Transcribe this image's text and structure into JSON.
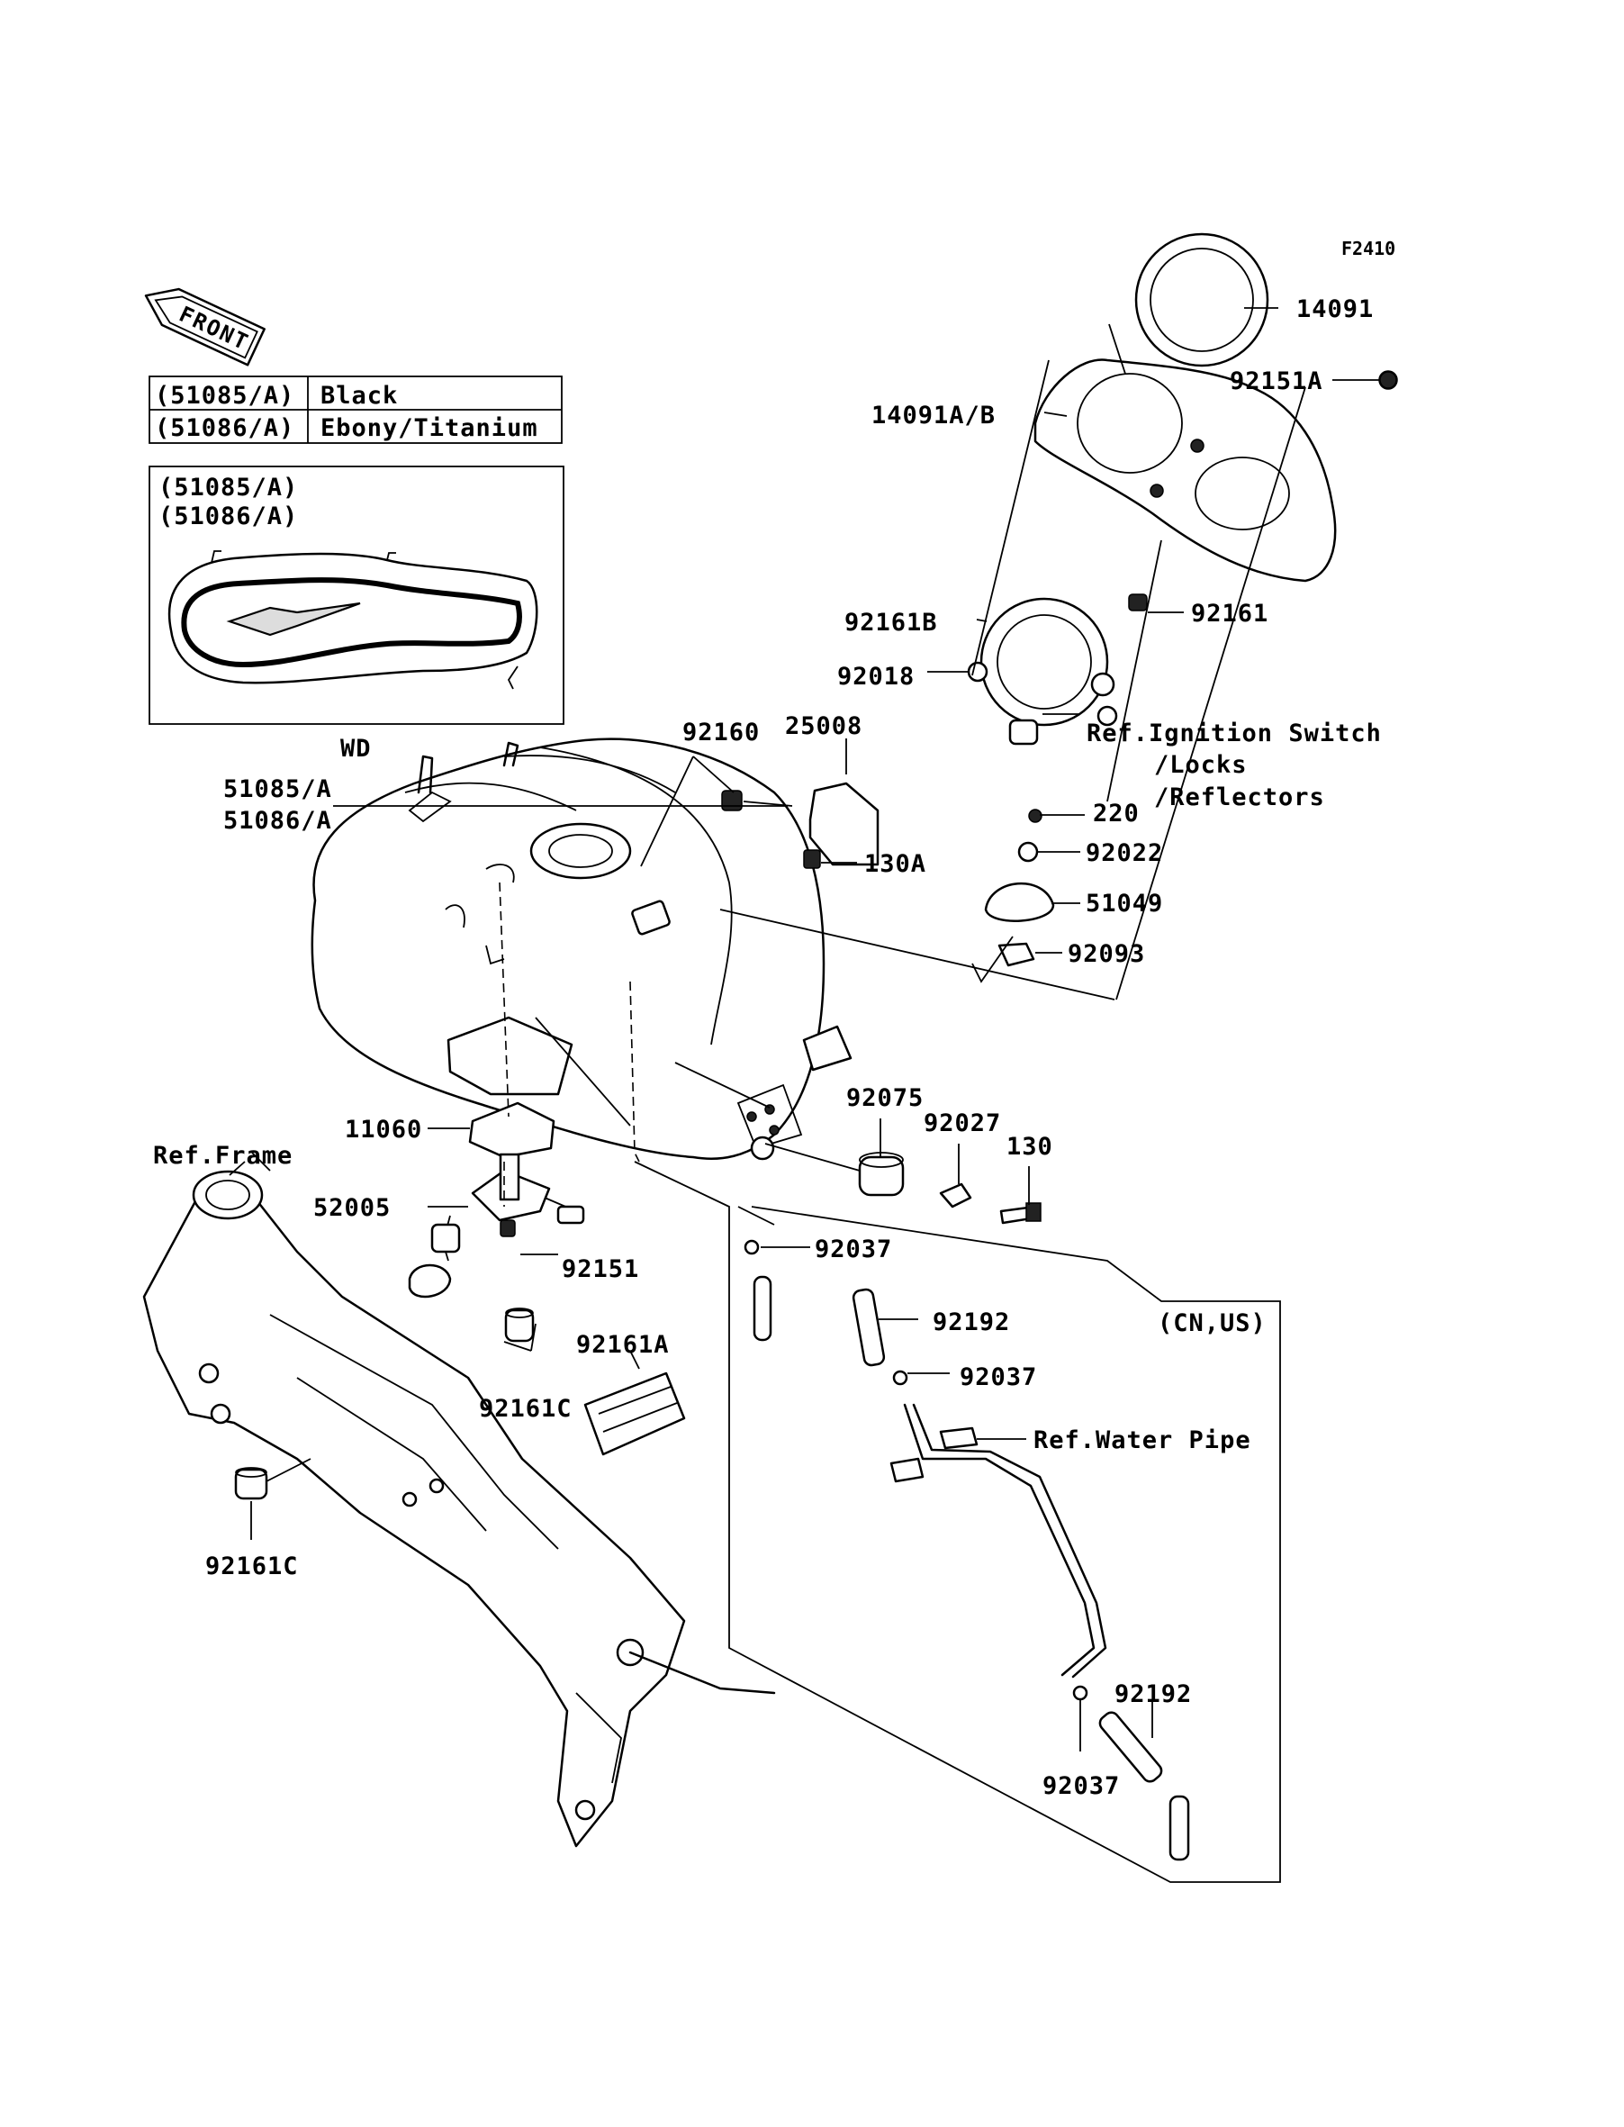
{
  "figure_code": "F2410",
  "front_label": "FRONT",
  "color_table": [
    {
      "part": "(51085/A)",
      "color": "Black"
    },
    {
      "part": "(51086/A)",
      "color": "Ebony/Titanium"
    }
  ],
  "inset": {
    "line1": "(51085/A)",
    "line2": "(51086/A)"
  },
  "labels": {
    "wd": "WD",
    "tank_1": "51085/A",
    "tank_2": "51086/A",
    "p14091": "14091",
    "p14091ab": "14091A/B",
    "p92151a": "92151A",
    "p92161b": "92161B",
    "p92161": "92161",
    "p92018": "92018",
    "p92160": "92160",
    "p25008": "25008",
    "p130a": "130A",
    "ref_ignition_1": "Ref.Ignition Switch",
    "ref_ignition_2": "/Locks",
    "ref_ignition_3": "/Reflectors",
    "p220": "220",
    "p92022": "92022",
    "p51049": "51049",
    "p92093": "92093",
    "p11060": "11060",
    "ref_frame": "Ref.Frame",
    "p52005": "52005",
    "p92151": "92151",
    "p92075": "92075",
    "p92027": "92027",
    "p130": "130",
    "p92037_a": "92037",
    "p92192_a": "92192",
    "p92037_b": "92037",
    "cn_us": "(CN,US)",
    "ref_water_pipe": "Ref.Water Pipe",
    "p92161a": "92161A",
    "p92161c_a": "92161C",
    "p92161c_b": "92161C",
    "p92192_b": "92192",
    "p92037_c": "92037"
  }
}
